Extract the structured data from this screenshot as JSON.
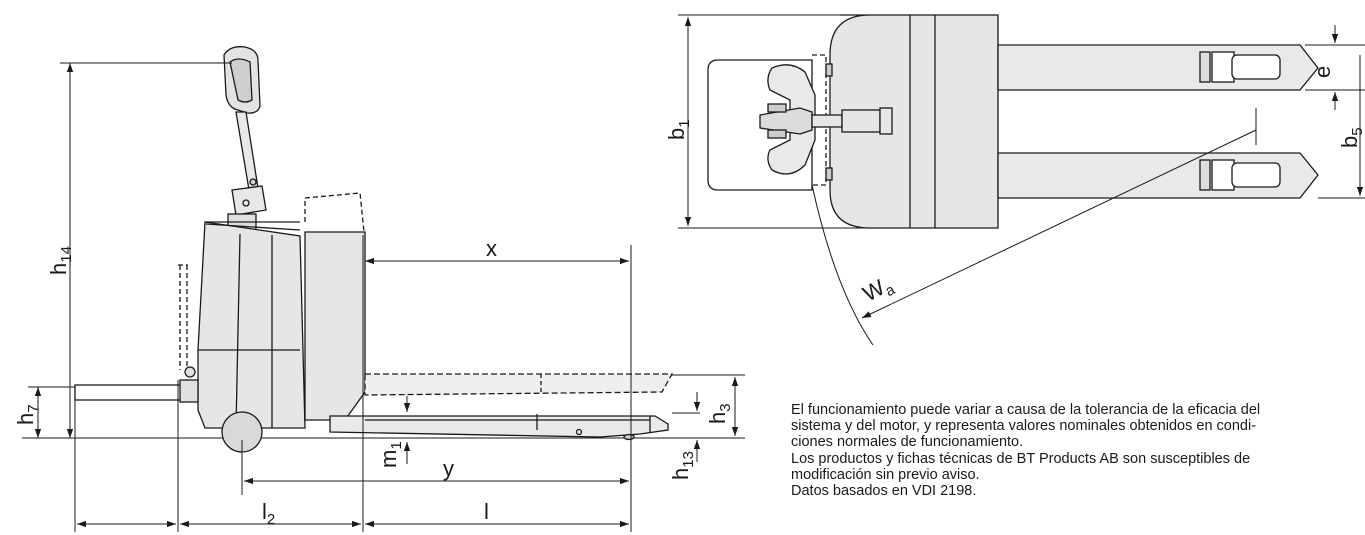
{
  "labels": {
    "h14": "h",
    "h14_sub": "14",
    "h7": "h",
    "h7_sub": "7",
    "m1": "m",
    "m1_sub": "1",
    "h13": "h",
    "h13_sub": "13",
    "h3": "h",
    "h3_sub": "3",
    "x": "x",
    "y": "y",
    "l2": "l",
    "l2_sub": "2",
    "l": "l",
    "b1": "b",
    "b1_sub": "1",
    "b5": "b",
    "b5_sub": "5",
    "e": "e",
    "wa": "W",
    "wa_sub": "a"
  },
  "notes": {
    "line1": "El funcionamiento puede variar a causa de la tolerancia de la eficacia del",
    "line2": "sistema y del motor, y representa valores nominales obtenidos en condi-",
    "line3": "ciones normales de funcionamiento.",
    "line4": "Los productos y fichas técnicas de BT Products AB son susceptibles de",
    "line5": "modificación sin previo aviso.",
    "line6": "Datos basados en VDI 2198."
  }
}
